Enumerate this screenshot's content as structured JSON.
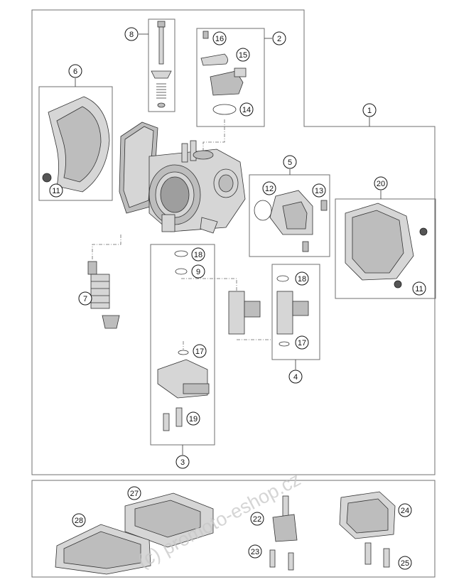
{
  "callouts": [
    {
      "id": "c1",
      "label": "1"
    },
    {
      "id": "c2",
      "label": "2"
    },
    {
      "id": "c3",
      "label": "3"
    },
    {
      "id": "c4",
      "label": "4"
    },
    {
      "id": "c5",
      "label": "5"
    },
    {
      "id": "c6",
      "label": "6"
    },
    {
      "id": "c7",
      "label": "7"
    },
    {
      "id": "c8",
      "label": "8"
    },
    {
      "id": "c9",
      "label": "9"
    },
    {
      "id": "c11a",
      "label": "11"
    },
    {
      "id": "c11b",
      "label": "11"
    },
    {
      "id": "c12",
      "label": "12"
    },
    {
      "id": "c13",
      "label": "13"
    },
    {
      "id": "c14",
      "label": "14"
    },
    {
      "id": "c15",
      "label": "15"
    },
    {
      "id": "c16",
      "label": "16"
    },
    {
      "id": "c17a",
      "label": "17"
    },
    {
      "id": "c17b",
      "label": "17"
    },
    {
      "id": "c18a",
      "label": "18"
    },
    {
      "id": "c18b",
      "label": "18"
    },
    {
      "id": "c19",
      "label": "19"
    },
    {
      "id": "c20",
      "label": "20"
    },
    {
      "id": "c22",
      "label": "22"
    },
    {
      "id": "c23",
      "label": "23"
    },
    {
      "id": "c24",
      "label": "24"
    },
    {
      "id": "c25",
      "label": "25"
    },
    {
      "id": "c27",
      "label": "27"
    },
    {
      "id": "c28",
      "label": "28"
    }
  ],
  "watermark": "(c) promoto-eshop.cz"
}
